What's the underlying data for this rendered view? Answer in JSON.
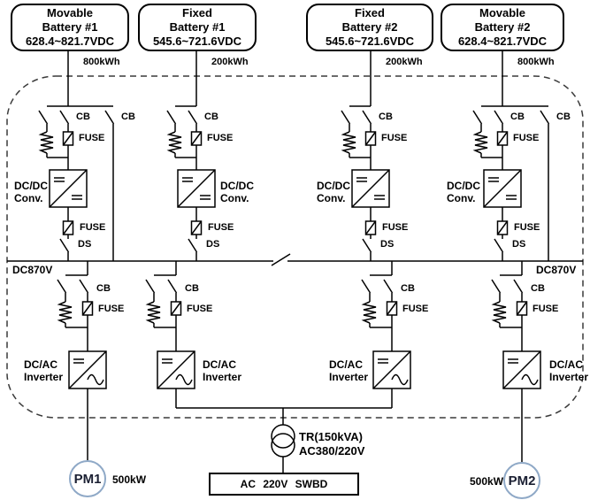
{
  "batteries": [
    {
      "type": "Movable",
      "unit": "Battery #1",
      "voltage_range": "628.4~821.7VDC",
      "capacity": "800kWh"
    },
    {
      "type": "Fixed",
      "unit": "Battery #1",
      "voltage_range": "545.6~721.6VDC",
      "capacity": "200kWh"
    },
    {
      "type": "Fixed",
      "unit": "Battery #2",
      "voltage_range": "545.6~721.6VDC",
      "capacity": "200kWh"
    },
    {
      "type": "Movable",
      "unit": "Battery #2",
      "voltage_range": "628.4~821.7VDC",
      "capacity": "800kWh"
    }
  ],
  "component_labels": {
    "circuit_breaker": "CB",
    "fuse": "FUSE",
    "disconnect_switch": "DS",
    "dcdc_line1": "DC/DC",
    "dcdc_line2": "Conv.",
    "dcac_line1": "DC/AC",
    "dcac_line2": "Inverter"
  },
  "dc_bus": {
    "label": "DC870V"
  },
  "transformer": {
    "rating": "TR(150kVA)",
    "voltage": "AC380/220V"
  },
  "switchboard": {
    "label": "AC 220V SWBD"
  },
  "propulsion_motors": [
    {
      "label": "PM1",
      "power": "500kW"
    },
    {
      "label": "PM2",
      "power": "500kW"
    }
  ],
  "colors": {
    "line": "#000000",
    "boundary_dash": "#3a3a3a",
    "pm_circle": "#8fa9c7",
    "pm_text": "#1b2033",
    "background": "#ffffff"
  }
}
